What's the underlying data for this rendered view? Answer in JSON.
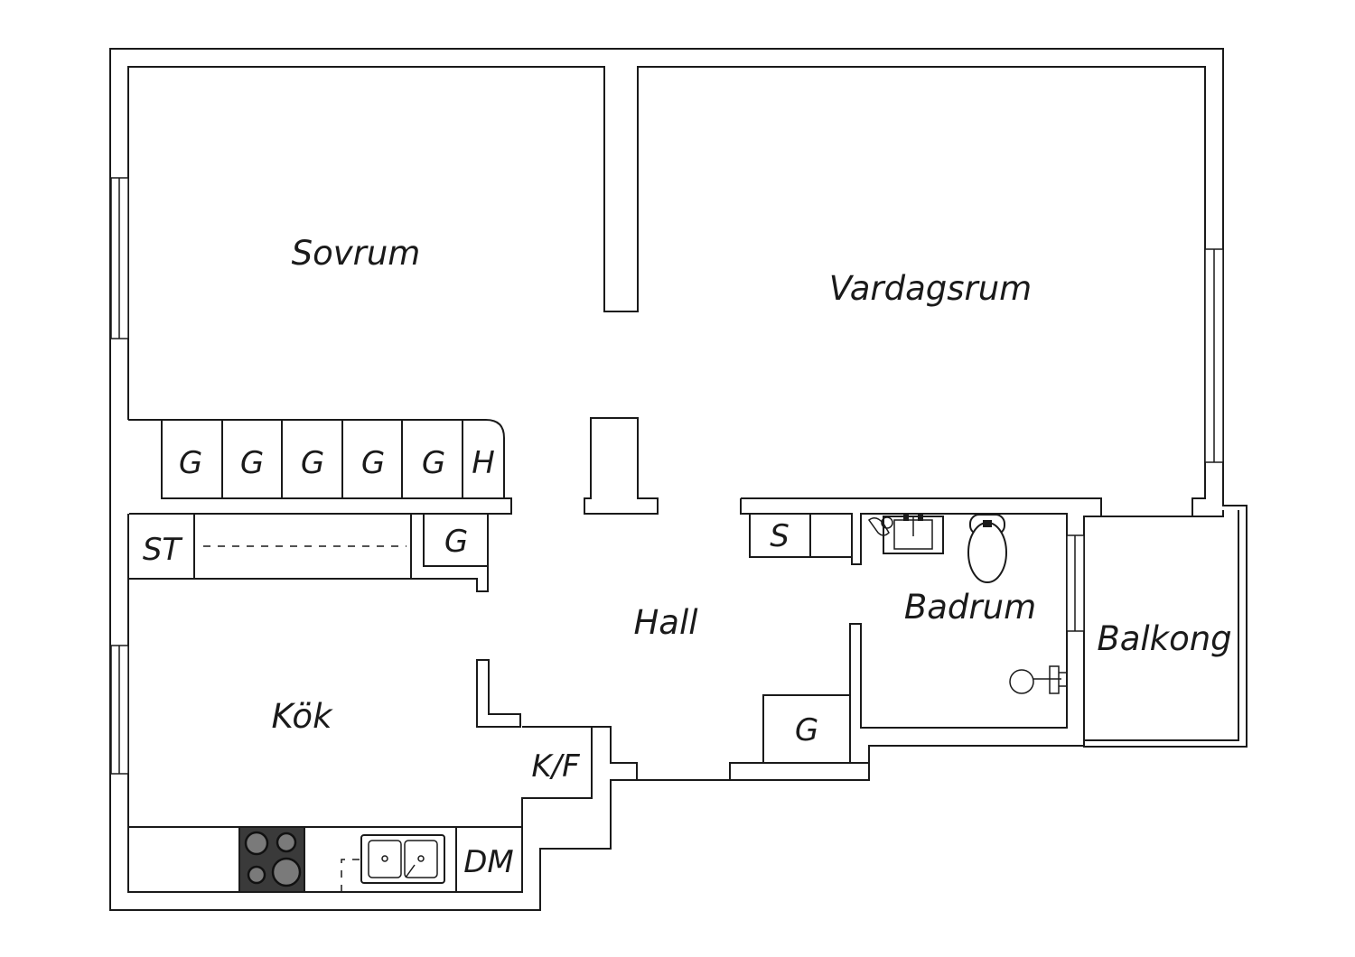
{
  "rooms": {
    "sovrum": "Sovrum",
    "vardagsrum": "Vardagsrum",
    "hall": "Hall",
    "kok": "Kök",
    "badrum": "Badrum",
    "balkong": "Balkong"
  },
  "fixtures": {
    "wardrobes_row": [
      "G",
      "G",
      "G",
      "G",
      "G",
      "H"
    ],
    "st": "ST",
    "g_hall": "G",
    "s": "S",
    "g_lower": "G",
    "kf": "K/F",
    "dm": "DM"
  },
  "colors": {
    "line": "#1a1a1a",
    "stove": "#3a3a3a",
    "background": "#ffffff"
  }
}
